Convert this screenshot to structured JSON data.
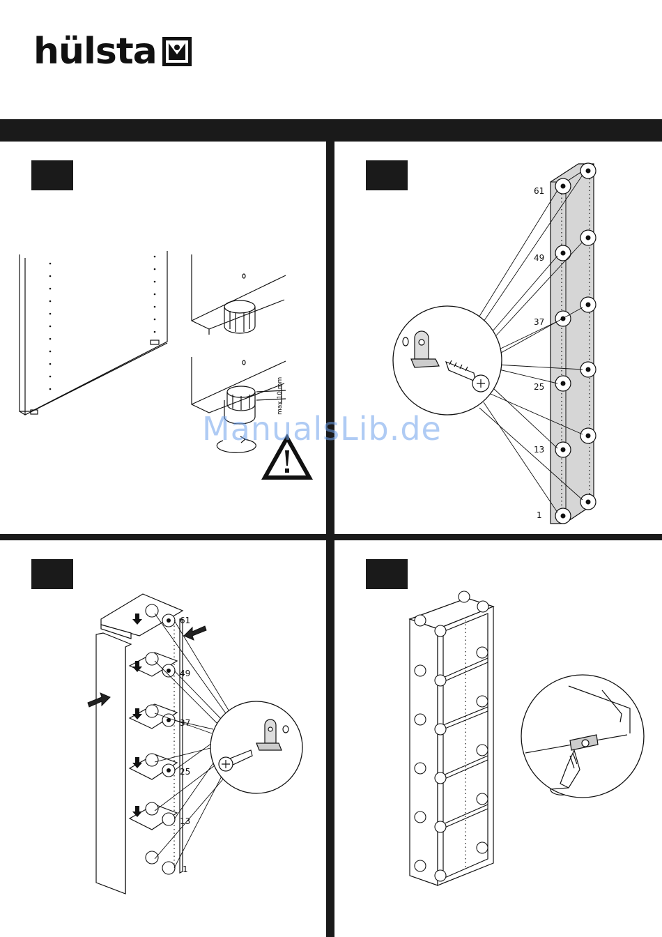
{
  "brand": {
    "name": "hülsta"
  },
  "panel_b": {
    "hole_numbers": [
      "61",
      "49",
      "37",
      "25",
      "13",
      "1"
    ]
  },
  "panel_a": {
    "dimension_label": "max 10 mm"
  },
  "panel_c": {
    "hole_numbers": [
      "61",
      "49",
      "37",
      "25",
      "13",
      "1"
    ]
  },
  "watermark": {
    "text": "ManualsLib.de"
  },
  "colors": {
    "bar": "#1a1a1a",
    "panel_fill": "#d6d6d6",
    "watermark": "#6ea0eb"
  }
}
